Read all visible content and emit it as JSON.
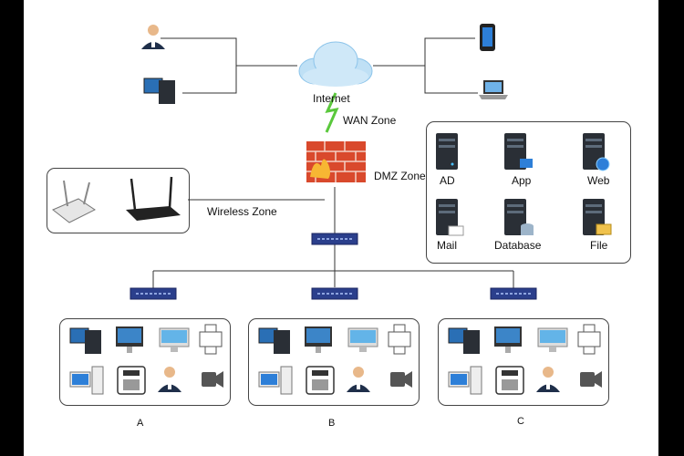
{
  "labels": {
    "internet": "Internet",
    "wan_zone": "WAN Zone",
    "dmz_zone": "DMZ Zone",
    "wireless_zone": "Wireless Zone"
  },
  "dmz_servers": [
    {
      "label": "AD"
    },
    {
      "label": "App"
    },
    {
      "label": "Web"
    },
    {
      "label": "Mail"
    },
    {
      "label": "Database"
    },
    {
      "label": "File"
    }
  ],
  "groups": [
    {
      "label": "A"
    },
    {
      "label": "B"
    },
    {
      "label": "C"
    }
  ],
  "colors": {
    "firewall": "#d9492c",
    "switch": "#2b3f8c",
    "server": "#2a2f36",
    "cloud": "#bfe0f5",
    "wan_link": "#5ac83c"
  }
}
